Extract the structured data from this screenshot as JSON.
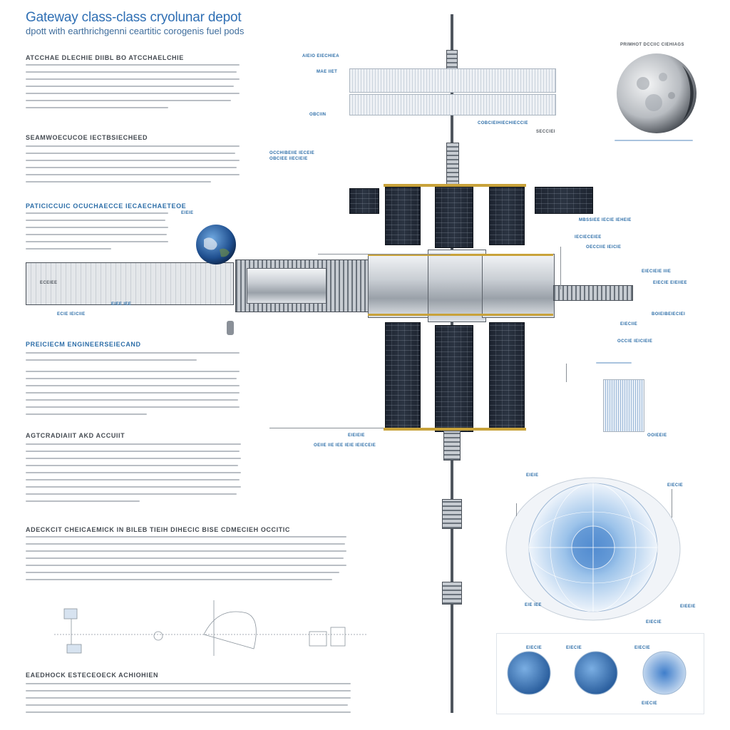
{
  "title": "Gateway class-class cryolunar depot",
  "subtitle": "dpott with earthrichgenni ceartitic corogenis fuel pods",
  "sections": [
    {
      "heading": "ATCCHAE DLECHIE DIIBL BO ATCCHAELCHIE"
    },
    {
      "heading": "SEAMWOECUCOE IECTBSIECHEED"
    },
    {
      "heading": "PATICICCUIC OCUCHAECCE IECAECHAETEOE"
    },
    {
      "heading": "PREICIECM ENGINEERSEIECAND"
    },
    {
      "heading": "AGTCRADIAIIT AKD ACCUIIT"
    },
    {
      "heading": "ADECKCIT CHEICAEMICK IN BILEB TIEIH DIHECIC BISE CDMECIEH OCCITIC"
    },
    {
      "heading": "EAEDHOCK ESTECEOECK ACHIOHIEN"
    }
  ],
  "moon_label": "PRIMHOT DCCIIC CIEHIAGS",
  "labels": {
    "top_a": "AIEIO EIECHIEA",
    "top_b": "MAE IIET",
    "top_c": "OBCIIN",
    "top_d": "COBCIEIHIECHIECCIE",
    "top_e": "SECCIEI",
    "left_a": "OCCHIBEIIE IECEIE",
    "left_b": "OBCIEE IIECIEIE",
    "right_a": "MBSSIEE IECIE IEHEIE",
    "right_b": "IECIECEIEE",
    "right_c": "OECCIIE IEICIE",
    "right_d": "EIECIEIE IIIE",
    "right_e": "EIECIE EIEIIEE",
    "right_f": "BOIEIBEIECIEI",
    "right_g": "EIECIIE",
    "right_h": "OCCIE IEICIEIE",
    "bottom_a": "OEIIE IIE IEE IEIE IEIECEIE",
    "bottom_b": "EIEIEIE",
    "bottom_c": "OOIEEIE",
    "earth_a": "EIEIE",
    "earth_b": "ECEIEE",
    "earth_c": "ECIE IEICIIE",
    "earth_d": "EIEE IEE",
    "globe_a": "EIEIE",
    "globe_b": "EIECIE",
    "globe_c": "EIEEIE",
    "globe_d": "EIECIE",
    "globe_e": "EIE IEE",
    "pod_a": "EIECIE",
    "pod_b": "EIECIE",
    "pod_c": "EIECIE",
    "pod_d": "EIECIE"
  },
  "colors": {
    "accent": "#2f6fb4",
    "panel": "#1d2430",
    "gold": "#c8a23a"
  }
}
